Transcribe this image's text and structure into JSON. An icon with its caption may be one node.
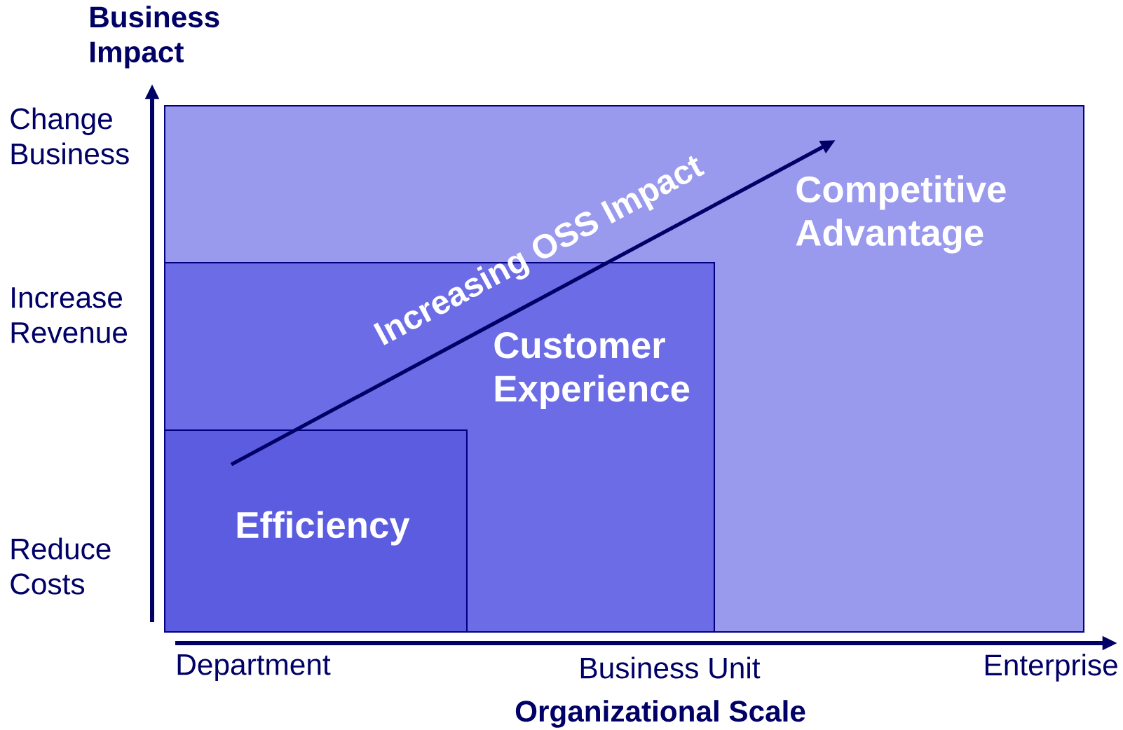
{
  "diagram": {
    "nodes": [
      {
        "text": [
          "Competitive Advantage"
        ]
      },
      {
        "text": [
          "Customer Experience"
        ],
        "in": 0
      },
      {
        "text": [
          "Efficiency"
        ],
        "in": 1
      }
    ],
    "labels": [
      "Business Impact",
      "Change Business",
      "Increase Revenue",
      "Reduce Costs",
      "Increasing OSS Impact",
      "Department",
      "Business Unit",
      "Enterprise",
      "Organizational Scale"
    ]
  }
}
